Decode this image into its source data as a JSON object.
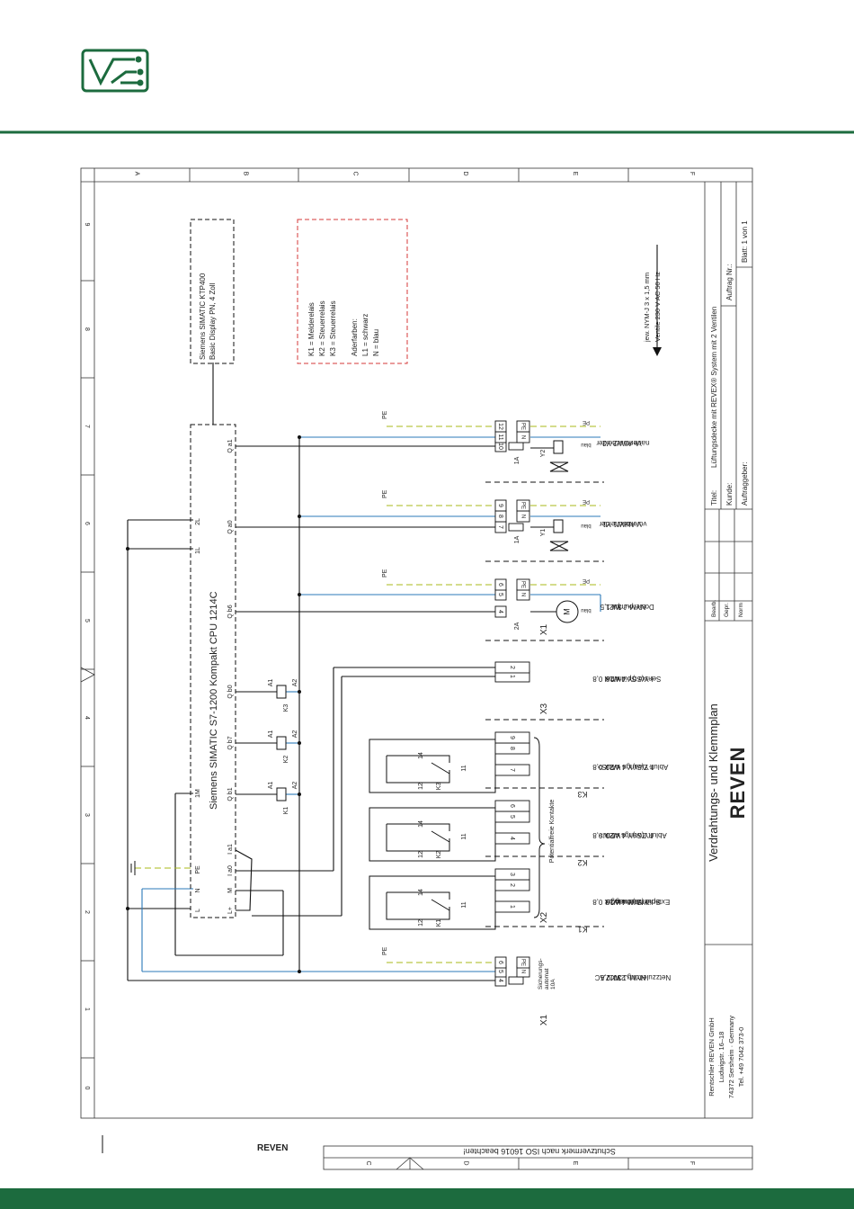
{
  "header": {
    "logo_icon": "circuit-board-icon",
    "brand_color": "#1c6b3e"
  },
  "frame": {
    "columns": [
      "A",
      "B",
      "C",
      "D",
      "E",
      "F"
    ],
    "rows": [
      "9",
      "8",
      "7",
      "6",
      "5",
      "4",
      "3",
      "2",
      "1",
      "0"
    ],
    "bottom_columns": [
      "C",
      "D",
      "E",
      "F"
    ]
  },
  "legend": {
    "lines": [
      "K1 = Melderelais",
      "K2 = Steuerrelais",
      "K3 = Steuerrelais",
      "",
      "Aderfarben:",
      "L1 = schwarz",
      "N = blau"
    ]
  },
  "display": {
    "lines": [
      "Siemens SIMATIC KTP400",
      "Basic Display PN, 4 Zoll"
    ]
  },
  "cpu": {
    "label": "Siemens SIMATIC S7-1200 Kompakt CPU 1214C",
    "pins": {
      "L": "L",
      "N": "N",
      "PE": "PE",
      "L_plus": "L+",
      "M": "M",
      "1M": "1M",
      "I_a0": "I a0",
      "I_a1": "I a1",
      "1L": "1L",
      "2L": "2L",
      "Q_a0": "Q a0",
      "Q_a1": "Q a1",
      "Q_b6": "Q b6",
      "Q_b7": "Q b7",
      "Q_b0": "Q b0",
      "Q_b1": "Q b1"
    }
  },
  "valve_note": {
    "lines": [
      "jew. NYM-J 3 x 1,5 mm",
      "Ventile 230 V AC 50 Hz"
    ]
  },
  "relays": [
    {
      "name": "K1",
      "a1": "A1",
      "a2": "A2"
    },
    {
      "name": "K2",
      "a1": "A1",
      "a2": "A2"
    },
    {
      "name": "K3",
      "a1": "A1",
      "a2": "A2"
    }
  ],
  "contacts": [
    {
      "relay": "K1",
      "c14": "14",
      "c12": "12",
      "c11": "11"
    },
    {
      "relay": "K2",
      "c14": "14",
      "c12": "12",
      "c11": "11"
    },
    {
      "relay": "K3",
      "c14": "14",
      "c12": "12",
      "c11": "11"
    }
  ],
  "pe_label": "PE",
  "wire_pe_label": "PE",
  "color_blau": "blau",
  "terminals": {
    "supply": [
      "4",
      "5",
      "6"
    ],
    "supply_fuse": [
      "Sicherungs-",
      "automat",
      "10A"
    ],
    "pump": [
      "4",
      "5",
      "6"
    ],
    "pump_fuse": "2A",
    "valve1": [
      "7",
      "8",
      "9"
    ],
    "valve1_fuse": "1A",
    "valve2": [
      "10",
      "11",
      "12"
    ],
    "valve2_fuse": "1A",
    "npe": [
      "N",
      "PE"
    ],
    "k1_term": [
      "1",
      "2",
      "3"
    ],
    "k2_term": [
      "4",
      "5",
      "6"
    ],
    "k3_term": [
      "7",
      "8",
      "9"
    ],
    "sensor_term": [
      "1",
      "2"
    ]
  },
  "strip_labels": {
    "x1a": "X1",
    "x1b": "X1",
    "x2": "X2",
    "x3": "X3"
  },
  "potentialfree": "Potentialfreie Kontakte",
  "devices": {
    "motor": "M",
    "y1": "Y1",
    "y2": "Y2"
  },
  "cables": [
    {
      "lines": [
        "Netzzuleitung 230 V AC",
        "NYM-J 3 x 2,5",
        "W17"
      ]
    },
    {
      "lines": [
        "Externe Meldung",
        "Spülmittelmangel",
        "I-Y(St)Y 4 x 2 x 0,8",
        "W19"
      ],
      "tag": "K1"
    },
    {
      "lines": [
        "Abluft Zwangs <EIN>",
        "I-Y(St)Y 4 x 2 x 0,8",
        "W20"
      ],
      "tag": "K2"
    },
    {
      "lines": [
        "Abluft Zwangs <AUS>",
        "I-Y(St)Y 4 x 2 x 0,8",
        "W20"
      ],
      "tag": "K3"
    },
    {
      "lines": [
        "Sensor Spülmittel",
        "I-Y(St)Y 4 x 2 x 0,8",
        "W18"
      ]
    },
    {
      "lines": [
        "Dosierpumpe",
        "NYM-J 3 x 1,5",
        "W21"
      ]
    },
    {
      "lines": [
        "Ventil",
        "vor Abscheider",
        "W1 Y1"
      ]
    },
    {
      "lines": [
        "Ventil",
        "nach Abscheider",
        "W2 Y2"
      ]
    }
  ],
  "company": {
    "lines": [
      "Rentschler REVEN GmbH",
      "Ludwigstr. 16–18",
      "74372 Sersheim · Germany",
      "Tel. +49 7042 373-0"
    ]
  },
  "title_block": {
    "plan_title": "Verdrahtungs- und Klemmplan",
    "brand": "REVEN",
    "titel_label": "Titel:",
    "titel_value": "Lüftungsdecke mit REVEX® System mit 2 Ventilen",
    "kunde_label": "Kunde:",
    "auftragnr_label": "Auftrag Nr.:",
    "auftraggeber_label": "Auftraggeber:",
    "blatt": "Blatt: 1 von 1",
    "bearb": "Bearb.",
    "gepr": "Gepr.",
    "norm": "Norm"
  },
  "footer": {
    "brand_small": "REVEN",
    "iso_note": "Schutzvermerk nach ISO 16016 beachten!"
  }
}
